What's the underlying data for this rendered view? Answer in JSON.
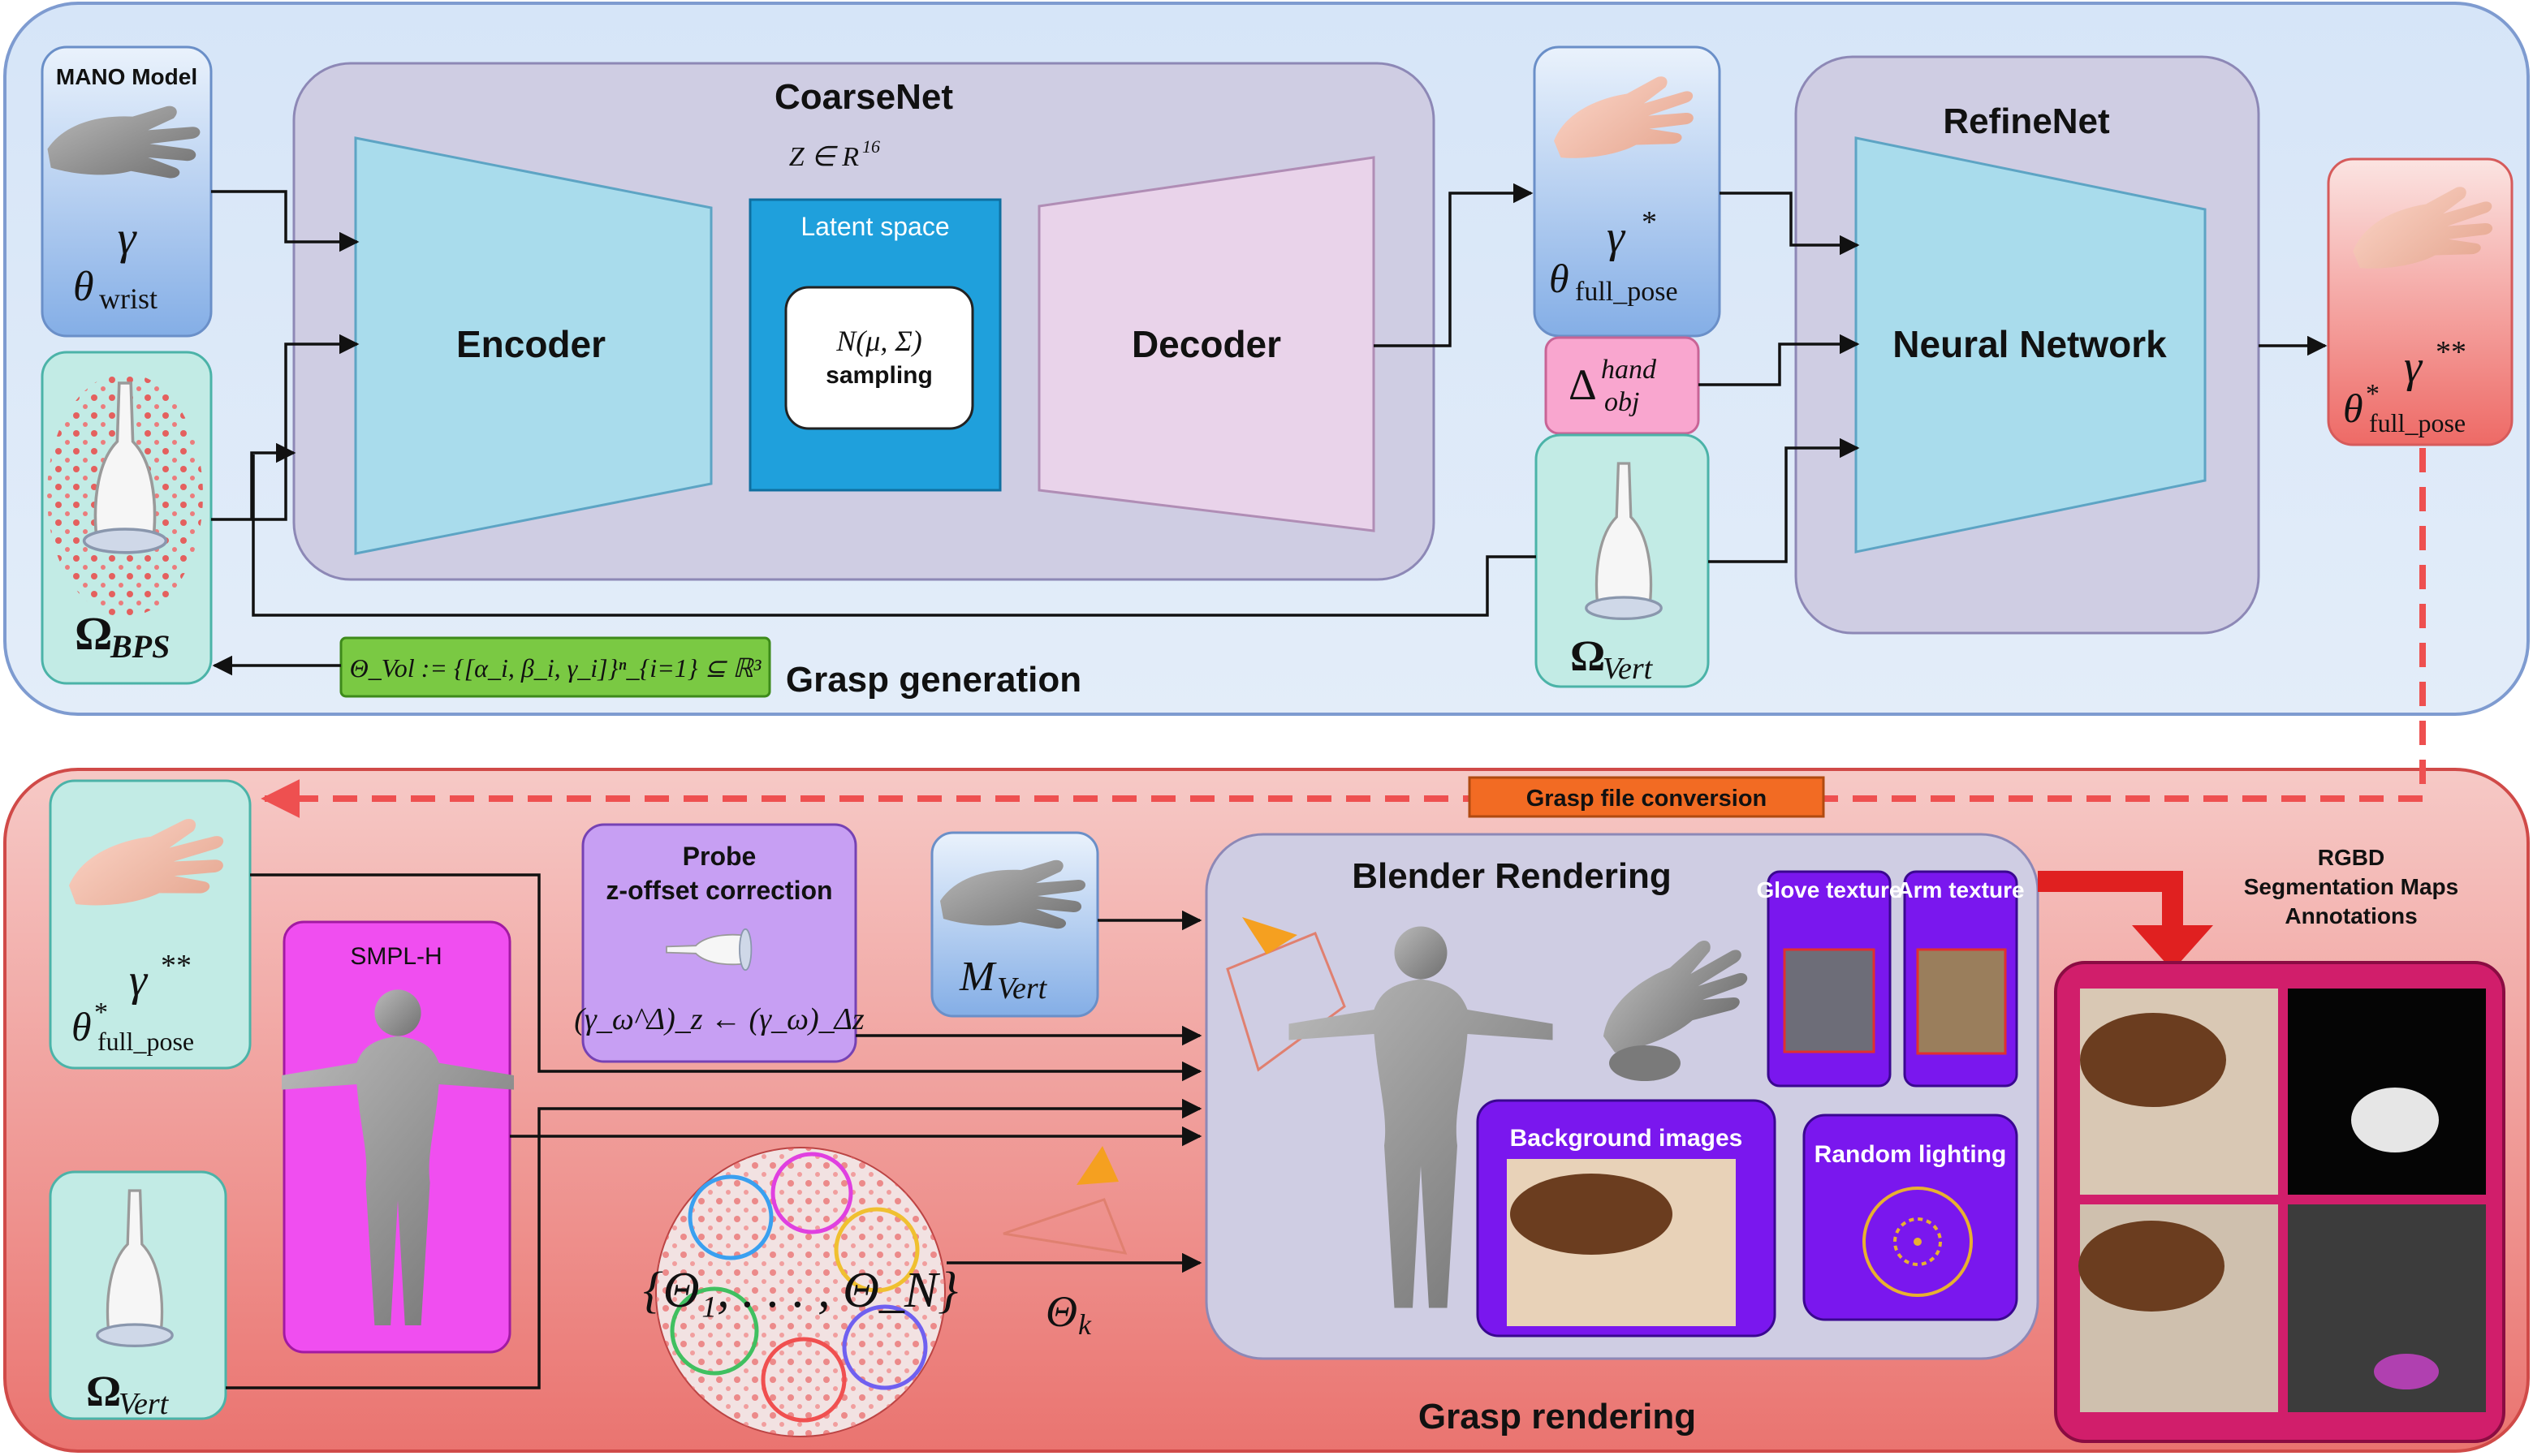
{
  "panels": {
    "top_title": "Grasp generation",
    "bottom_title": "Grasp rendering"
  },
  "mano": {
    "title": "MANO Model",
    "symbol": "γ",
    "theta": "θ",
    "theta_sub": "wrist"
  },
  "bps": {
    "symbol": "Ω",
    "sub": "BPS"
  },
  "coarsenet": {
    "title": "CoarseNet",
    "z_label": "Z ∈ R",
    "z_sup": "16",
    "encoder": "Encoder",
    "decoder": "Decoder",
    "latent_title": "Latent space",
    "sampling_math": "N(μ, Σ)",
    "sampling_label": "sampling"
  },
  "coarse_out": {
    "gamma": "γ",
    "gamma_sup": "*",
    "theta": "θ",
    "theta_sub": "full_pose"
  },
  "delta": {
    "symbol": "Δ",
    "sup": "hand",
    "sub": "obj"
  },
  "vert_top": {
    "symbol": "Ω",
    "sub": "Vert"
  },
  "refinenet": {
    "title": "RefineNet",
    "net": "Neural Network"
  },
  "refine_out": {
    "gamma": "γ",
    "gamma_sup": "**",
    "theta": "θ",
    "theta_sup": "*",
    "theta_sub": "full_pose"
  },
  "theta_vol": "Θ_Vol := {[α_i, β_i, γ_i]}ⁿ_{i=1} ⊆ ℝ³",
  "grasp_file": "Grasp file conversion",
  "render_in": {
    "gamma": "γ",
    "gamma_sup": "**",
    "theta": "θ",
    "theta_sup": "*",
    "theta_sub": "full_pose"
  },
  "vert_bottom": {
    "symbol": "Ω",
    "sub": "Vert"
  },
  "smplh": "SMPL-H",
  "probe": {
    "line1": "Probe",
    "line2": "z-offset correction",
    "formula": "(γ_ω^Δ)_z ← (γ_ω)_Δz"
  },
  "mvert": {
    "symbol": "M",
    "sub": "Vert"
  },
  "sphere_set": "{Θ₁, . . . , Θ_N}",
  "theta_k": {
    "symbol": "Θ",
    "sub": "k"
  },
  "blender": {
    "title": "Blender Rendering",
    "glove": "Glove texture",
    "arm": "Arm texture",
    "background": "Background images",
    "lighting": "Random lighting"
  },
  "outputs": {
    "line1": "RGBD",
    "line2": "Segmentation Maps",
    "line3": "Annotations"
  },
  "colors": {
    "top_panel": "#dce8f8",
    "bottom_panel": "#ee8a86",
    "net_box": "#cfcde3",
    "trapezoid": "#a9dcec",
    "decoder": "#e9d3ea",
    "latent": "#1fa0dc",
    "green": "#7ac943",
    "orange": "#f26b23",
    "pink": "#f9a6cf",
    "teal_card": "#bfeae4",
    "blue_card": "#9fc2ee",
    "red_card": "#f27a75",
    "violet": "#7a17ee",
    "magenta": "#f04ef0",
    "lavender": "#c79ff3",
    "crimson": "#d11e6b",
    "arrow_red": "#e02020"
  },
  "icons": [
    "hand-icon",
    "probe-icon",
    "body-icon",
    "camera-icon",
    "sphere-icon",
    "light-icon"
  ]
}
